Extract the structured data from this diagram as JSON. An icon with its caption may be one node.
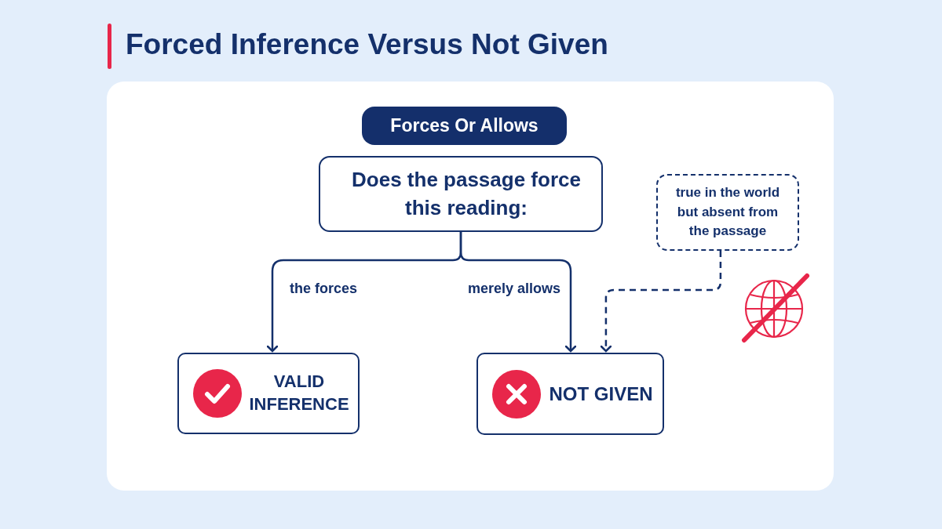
{
  "diagram": {
    "title": "Forced Inference Versus Not Given",
    "nodes": [
      {
        "text": [
          "Forces Or Allows"
        ]
      },
      {
        "text": [
          "Does the passage force this reading:"
        ]
      },
      {
        "text": [
          "VALID INFERENCE"
        ]
      },
      {
        "text": [
          "NOT GIVEN"
        ]
      },
      {
        "text": [
          "true in the world but absent from the passage"
        ]
      }
    ],
    "edges": [
      {
        "from": 1,
        "to": 2,
        "arrow": "to",
        "label": "the forces"
      },
      {
        "from": 1,
        "to": 3,
        "arrow": "to",
        "label": "merely allows"
      },
      {
        "from": 4,
        "to": 3,
        "arrow": "to",
        "style": "dashed"
      }
    ]
  }
}
